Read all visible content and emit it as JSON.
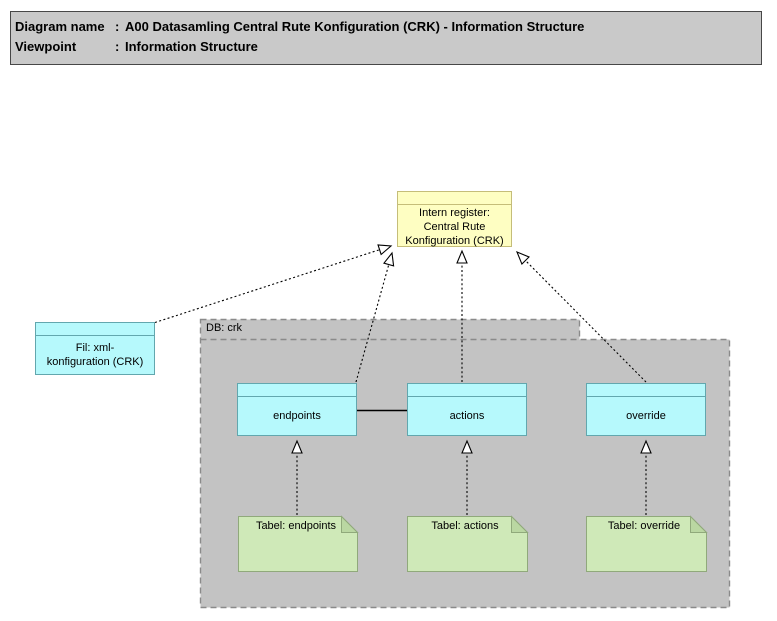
{
  "header": {
    "rows": [
      {
        "label": "Diagram name",
        "sep": ":",
        "value": "A00 Datasamling Central Rute Konfiguration (CRK) - Information Structure"
      },
      {
        "label": "Viewpoint",
        "sep": ":",
        "value": "Information Structure"
      }
    ]
  },
  "diagram": {
    "register": {
      "label": "Intern register:\nCentral Rute\nKonfiguration (CRK)"
    },
    "fil": {
      "label": "Fil: xml-\nkonfiguration (CRK)"
    },
    "db_container": {
      "label": "DB: crk"
    },
    "entities": [
      {
        "label": "endpoints"
      },
      {
        "label": "actions"
      },
      {
        "label": "override"
      }
    ],
    "notes": [
      {
        "label": "Tabel: endpoints"
      },
      {
        "label": "Tabel: actions"
      },
      {
        "label": "Tabel: override"
      }
    ],
    "relations": [
      {
        "from": "Fil: xml-konfiguration (CRK)",
        "to": "Intern register: Central Rute Konfiguration (CRK)",
        "type": "dotted-hollow-triangle"
      },
      {
        "from": "endpoints",
        "to": "Intern register: Central Rute Konfiguration (CRK)",
        "type": "dotted-hollow-triangle"
      },
      {
        "from": "actions",
        "to": "Intern register: Central Rute Konfiguration (CRK)",
        "type": "dotted-hollow-triangle"
      },
      {
        "from": "override",
        "to": "Intern register: Central Rute Konfiguration (CRK)",
        "type": "dotted-hollow-triangle"
      },
      {
        "from": "Tabel: endpoints",
        "to": "endpoints",
        "type": "dotted-hollow-triangle"
      },
      {
        "from": "Tabel: actions",
        "to": "actions",
        "type": "dotted-hollow-triangle"
      },
      {
        "from": "Tabel: override",
        "to": "override",
        "type": "dotted-hollow-triangle"
      },
      {
        "from": "endpoints",
        "to": "actions",
        "type": "solid-association"
      }
    ],
    "colors": {
      "header_fill": "#c9c9c9",
      "header_border": "#474747",
      "folder_fill": "#c3c3c3",
      "folder_border": "#8a8a8a",
      "register_fill": "#fefec2",
      "register_border": "#c5bd79",
      "entity_fill": "#b6f9fc",
      "entity_border": "#62a7ae",
      "note_fill": "#cfe9b8",
      "note_border": "#90a97b",
      "note_fold": "#bad7a2",
      "connector": "#000000",
      "arrowhead_fill": "#ffffff"
    }
  }
}
